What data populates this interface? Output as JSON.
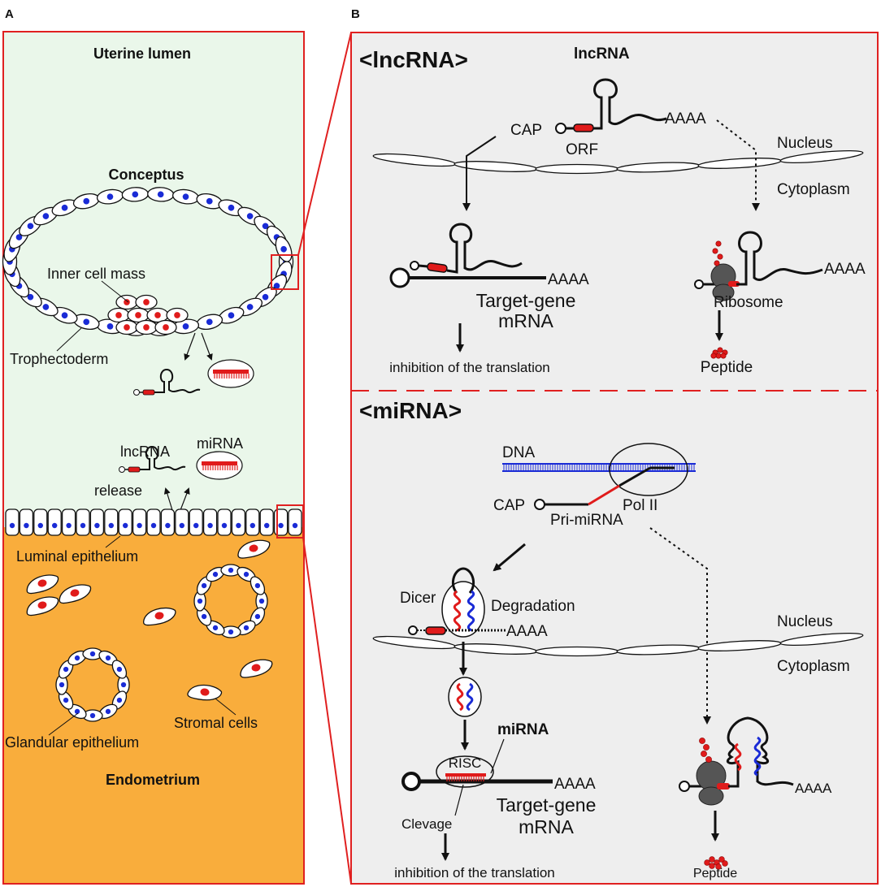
{
  "panel_a": {
    "label": "A",
    "uterine_lumen": "Uterine lumen",
    "conceptus": "Conceptus",
    "inner_cell_mass": "Inner cell mass",
    "trophectoderm": "Trophectoderm",
    "lncrna": "lncRNA",
    "mirna": "miRNA",
    "release": "release",
    "luminal_epithelium": "Luminal epithelium",
    "glandular_epithelium": "Glandular epithelium",
    "stromal_cells": "Stromal cells",
    "endometrium": "Endometrium"
  },
  "panel_b": {
    "label": "B",
    "lnc": {
      "heading": "<lncRNA>",
      "title": "lncRNA",
      "cap": "CAP",
      "orf": "ORF",
      "aaaa": "AAAA",
      "nucleus": "Nucleus",
      "cytoplasm": "Cytoplasm",
      "target_gene": "Target-gene",
      "mrna": "mRNA",
      "inhibition": "inhibition of the translation",
      "ribosome": "Ribosome",
      "peptide": "Peptide"
    },
    "mir": {
      "heading": "<miRNA>",
      "dna": "DNA",
      "cap": "CAP",
      "pol2": "Pol II",
      "pri_mirna": "Pri-miRNA",
      "dicer": "Dicer",
      "degradation": "Degradation",
      "aaaa": "AAAA",
      "nucleus": "Nucleus",
      "cytoplasm": "Cytoplasm",
      "mirna": "miRNA",
      "risc": "RISC",
      "clevage": "Clevage",
      "target_gene": "Target-gene",
      "mrna": "mRNA",
      "inhibition": "inhibition of the translation",
      "peptide": "Peptide"
    }
  },
  "colors": {
    "lumen_bg": "#eaf7ea",
    "endometrium_bg": "#f9ad3c",
    "panel_b_bg": "#eeeeee",
    "frame_red": "#e02020",
    "nucleus_blue": "#1a2bd6",
    "nucleus_red": "#e01b1b",
    "mirna_blue": "#1a2bd6",
    "ribosome_gray": "#555555"
  }
}
